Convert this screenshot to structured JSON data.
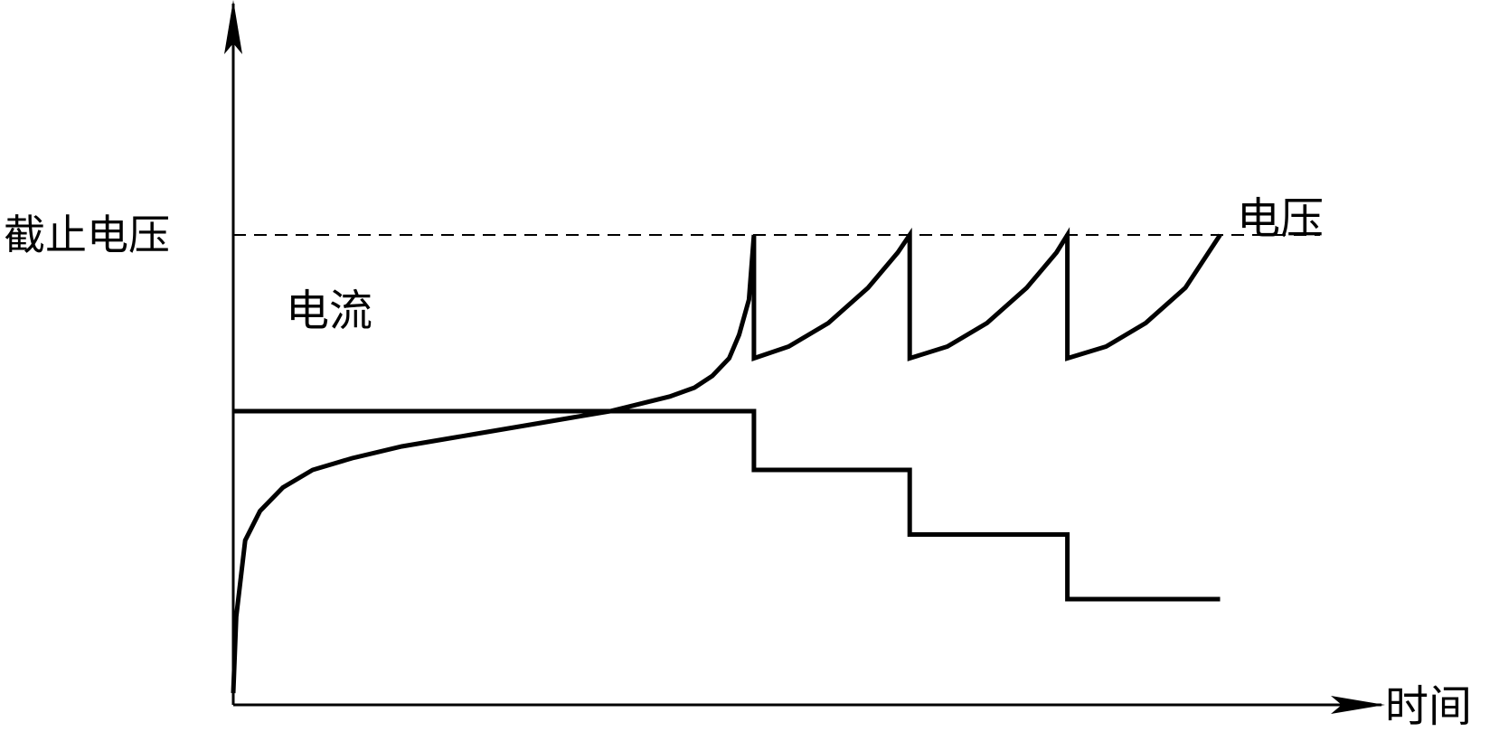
{
  "chart_data": {
    "type": "line",
    "title": "",
    "xlabel": "时间",
    "ylabel": "",
    "xlim": [
      0,
      100
    ],
    "ylim": [
      0,
      100
    ],
    "grid": false,
    "axis_ticks": false,
    "reference_lines": [
      {
        "label": "截止电压",
        "y": 80,
        "style": "dashed"
      }
    ],
    "series": [
      {
        "name": "电压",
        "style": "solid",
        "x": [
          0,
          0.3,
          1.2,
          2.7,
          5,
          8,
          12,
          17,
          24,
          31,
          38,
          44,
          46.5,
          48.3,
          50,
          51,
          52,
          52.5,
          52.5,
          56,
          60,
          64,
          67,
          68.2,
          68.2,
          72,
          76,
          80,
          83,
          84.1,
          84.1,
          88,
          92,
          96,
          99.5
        ],
        "y": [
          2,
          15,
          28,
          33,
          37,
          40,
          42,
          44,
          46,
          48,
          50,
          52.5,
          54,
          56,
          59,
          63,
          69,
          80,
          59,
          61,
          65,
          71,
          77,
          80,
          59,
          61,
          65,
          71,
          77,
          80,
          59,
          61,
          65,
          71,
          80
        ]
      },
      {
        "name": "电流",
        "style": "solid",
        "x": [
          0,
          52.5,
          52.5,
          68.2,
          68.2,
          84.1,
          84.1,
          99.5
        ],
        "y": [
          50,
          50,
          40,
          40,
          29,
          29,
          18,
          18
        ]
      }
    ]
  }
}
